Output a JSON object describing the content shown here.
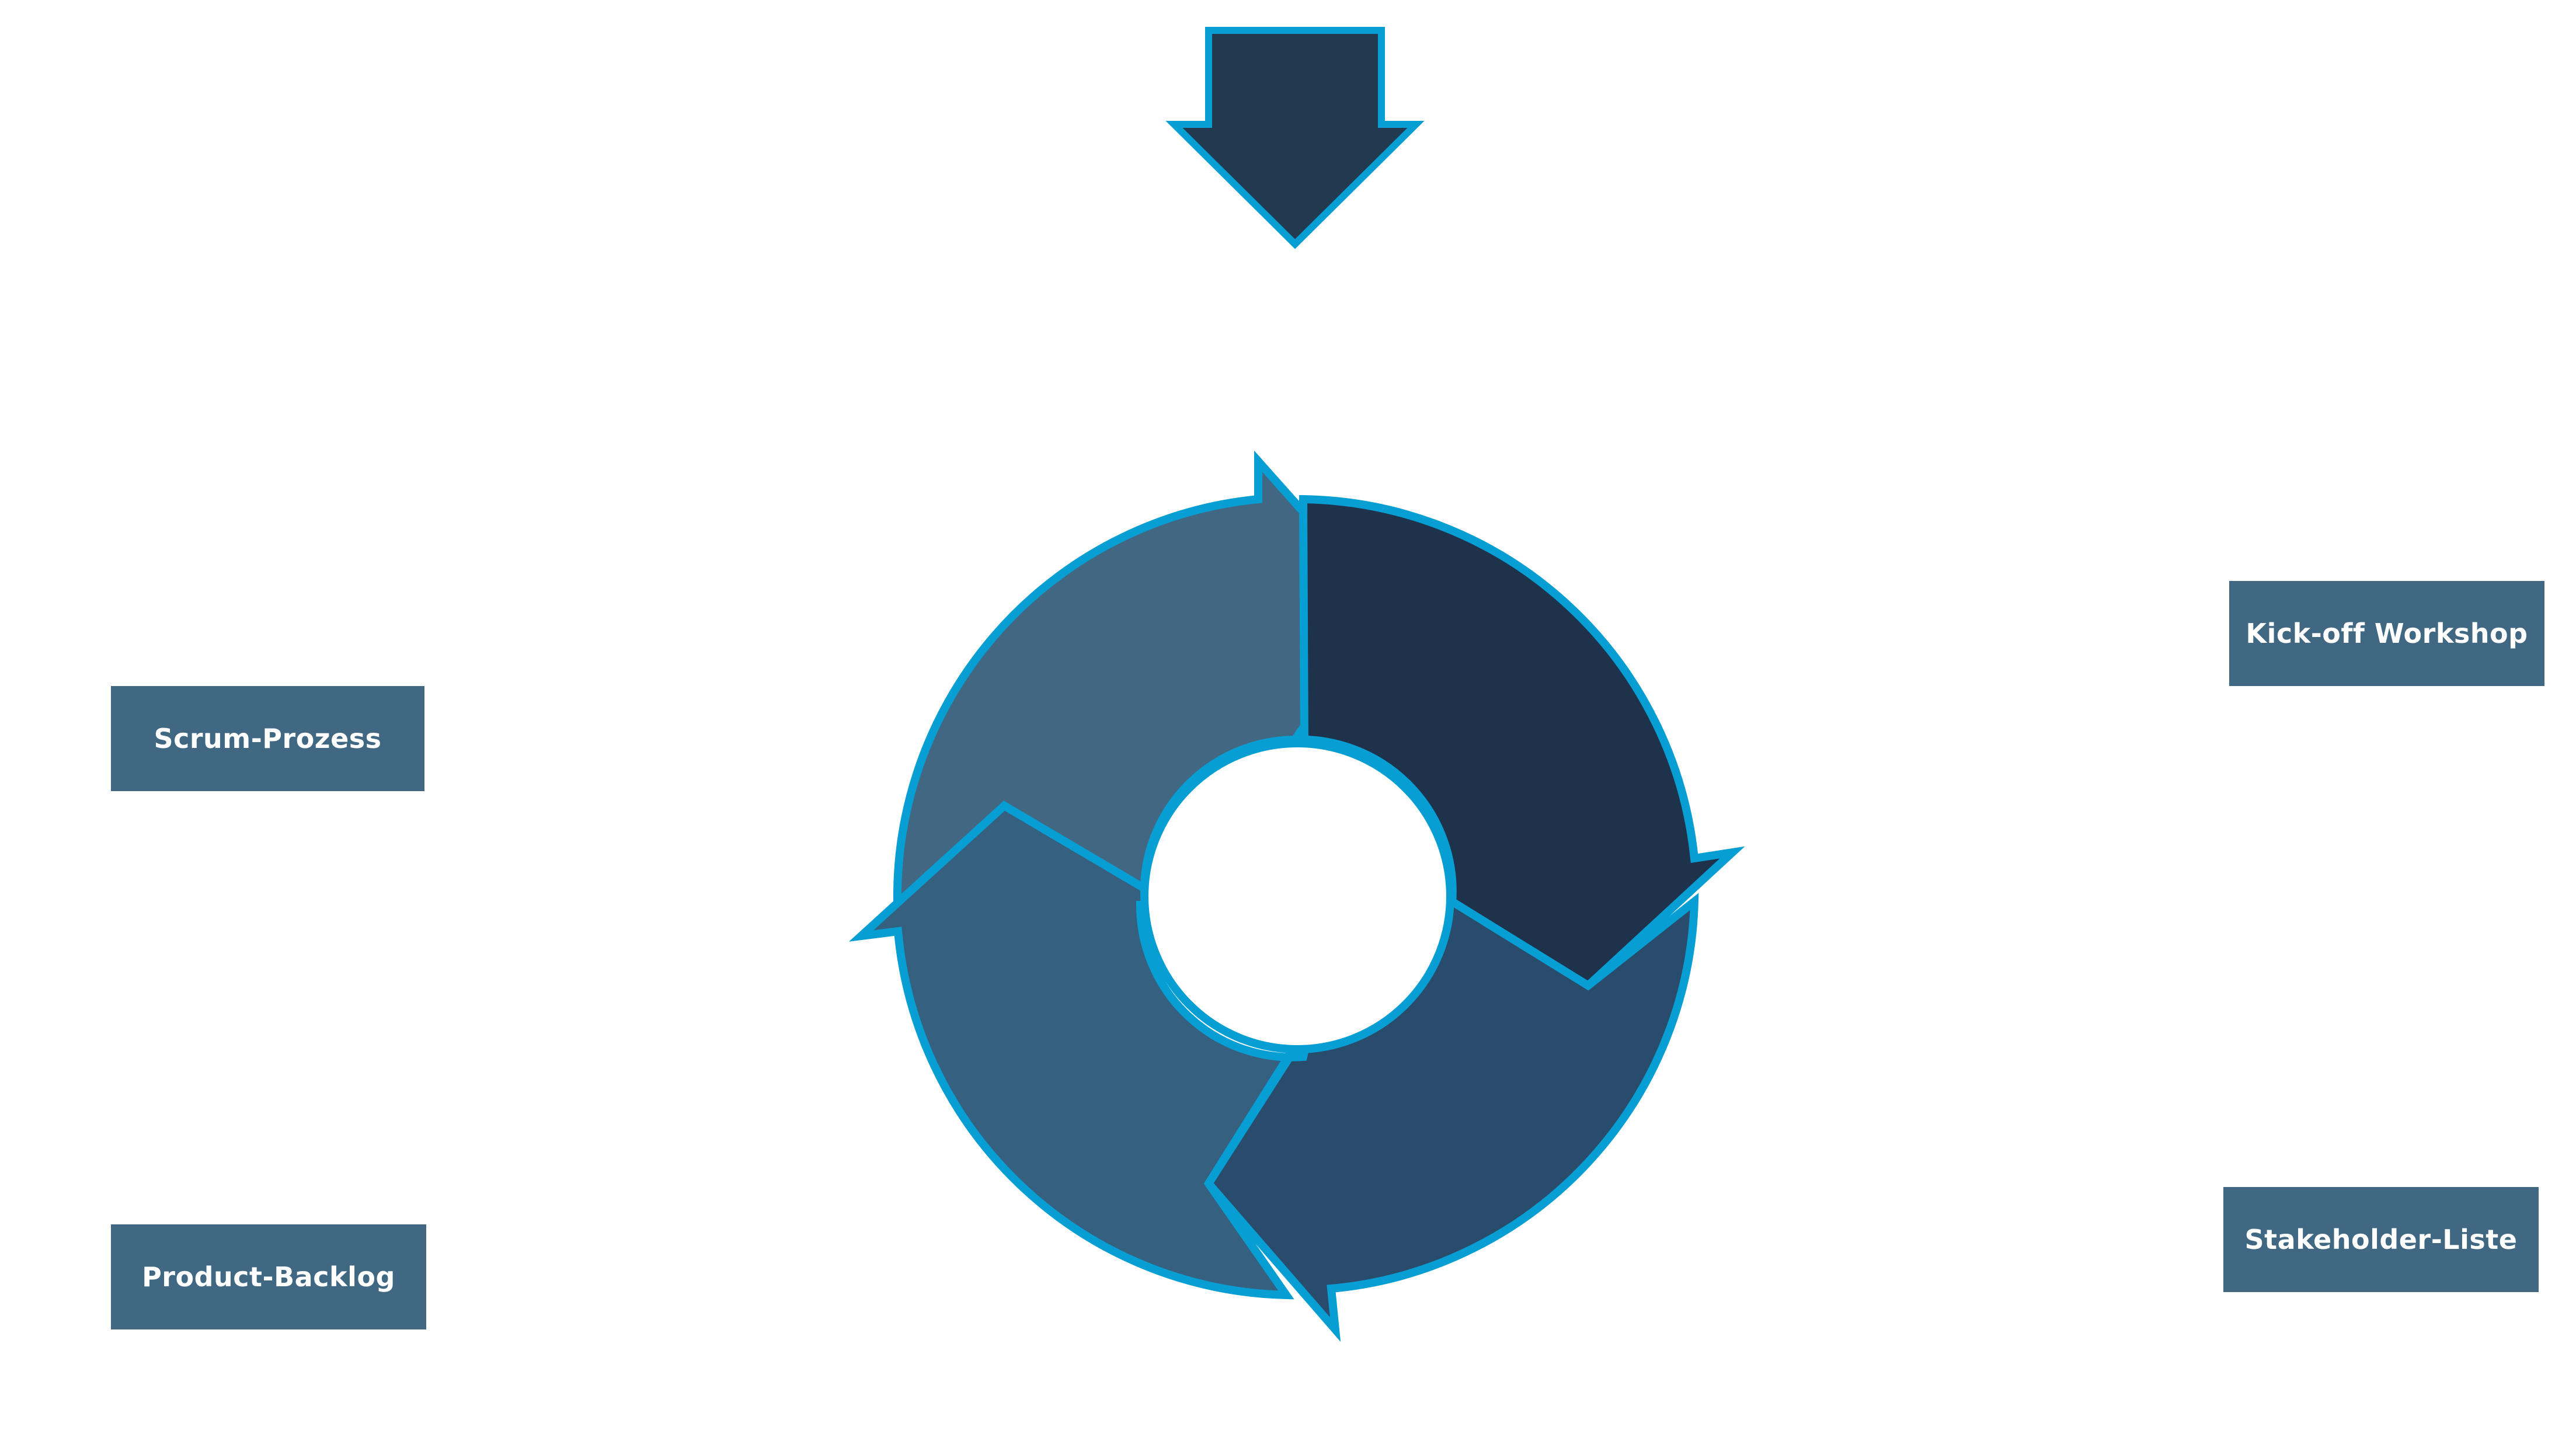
{
  "labels": {
    "kickoff": "Kick-off Workshop",
    "scrum": "Scrum-Prozess",
    "stakeholder": "Stakeholder-Liste",
    "backlog": "Product-Backlog"
  },
  "colors": {
    "background": "#ffffff",
    "label_box": "#416882",
    "label_text": "#ffffff",
    "arrow_top_fill": "#213A4F",
    "outline": "#079ED4",
    "segment_top_right": "#1E334B",
    "segment_bottom_right": "#2A4C6C",
    "segment_bottom_left": "#35607F",
    "segment_top_left": "#426783"
  },
  "icons": {
    "top_arrow": "down-arrow-icon",
    "cycle": "cycle-arrows-icon"
  }
}
